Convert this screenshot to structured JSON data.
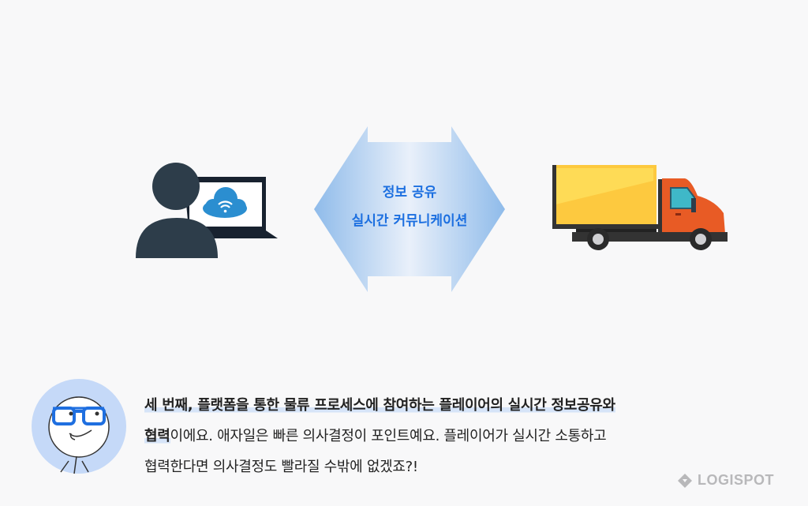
{
  "diagram": {
    "arrow_line1": "정보 공유",
    "arrow_line2": "실시간 커뮤니케이션"
  },
  "caption": {
    "highlight_1": "세 번째, 플랫폼을 통한 물류 프로세스에 참여하는 플레이어의 실시간 정보공유와",
    "highlight_2": "협력",
    "rest_line2": "이에요. 애자일은 빠른 의사결정이 포인트예요. 플레이어가 실시간 소통하고",
    "line3": "협력한다면 의사결정도 빨라질 수밖에 없겠죠?!"
  },
  "brand": {
    "logo_text": "LOGISPOT"
  },
  "colors": {
    "accent": "#1c6fe0",
    "highlight": "#d6e4f8",
    "avatar_bg": "#c5d9f8"
  }
}
